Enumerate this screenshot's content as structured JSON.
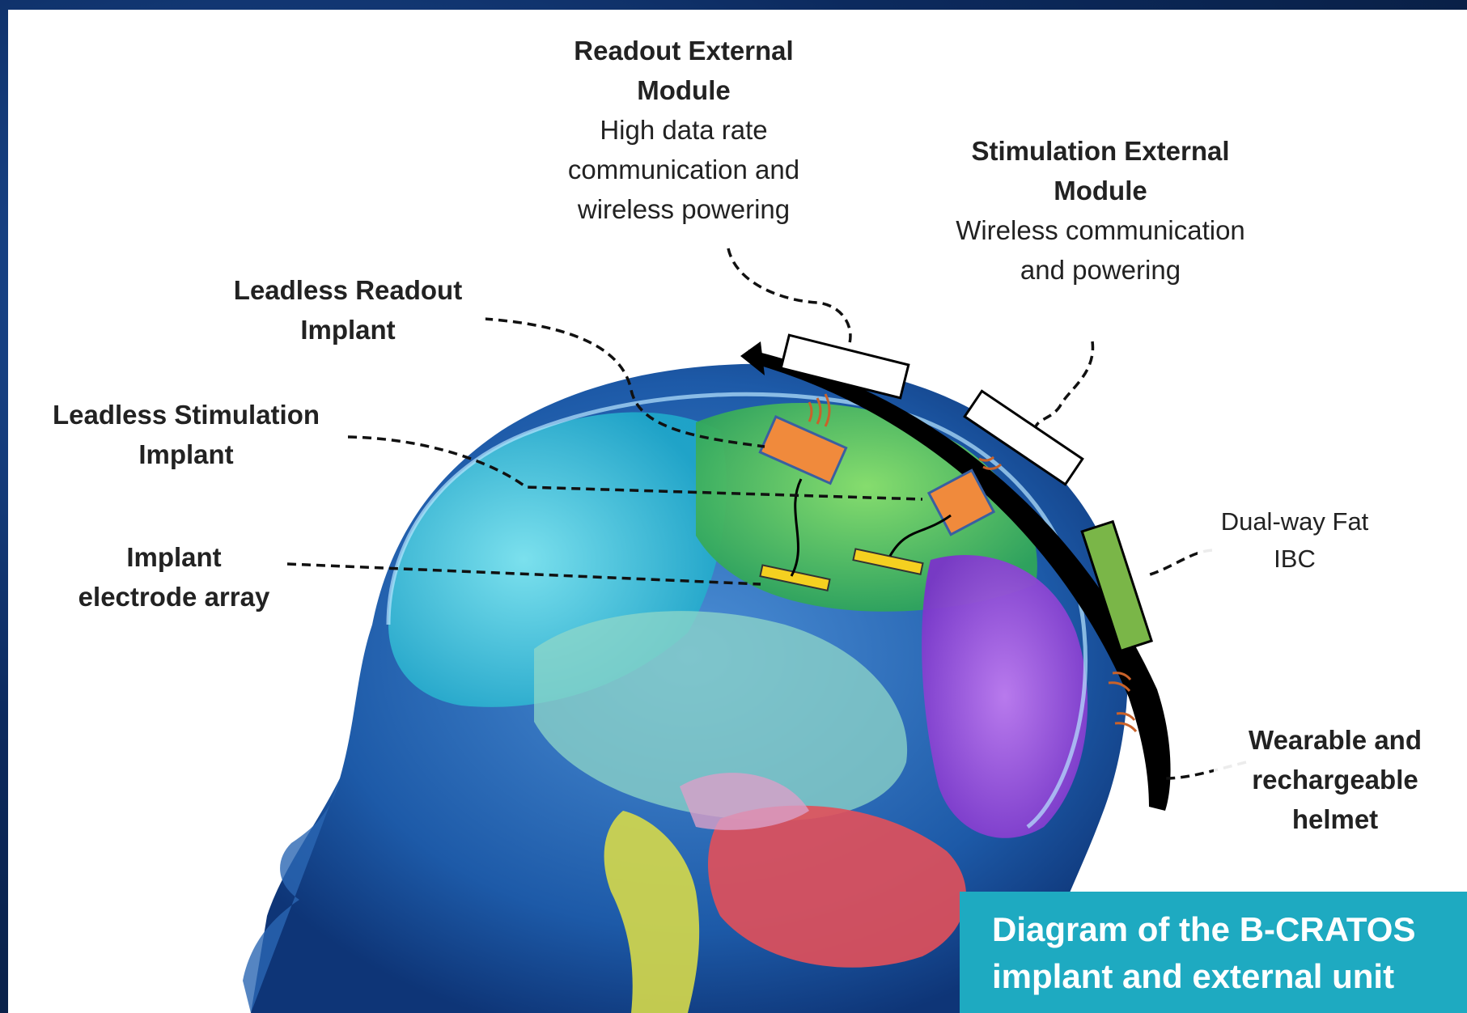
{
  "labels": {
    "readout_external": {
      "title": "Readout External\nModule",
      "desc": "High data rate\ncommunication and\nwireless powering"
    },
    "stimulation_external": {
      "title": "Stimulation External\nModule",
      "desc": "Wireless communication\nand powering"
    },
    "leadless_readout": {
      "title": "Leadless Readout\nImplant"
    },
    "leadless_stimulation": {
      "title": "Leadless Stimulation\nImplant"
    },
    "electrode_array": {
      "title": "Implant\nelectrode array"
    },
    "fat_ibc": {
      "desc": "Dual-way Fat\nIBC"
    },
    "helmet": {
      "title": "Wearable and\nrechargeable\nhelmet"
    }
  },
  "caption": "Diagram of the B-CRATOS\nimplant and external unit",
  "colors": {
    "frame_blue": "#0c2a5e",
    "caption_teal": "#1eaac1",
    "implant_orange": "#f08a3c",
    "electrode_yellow": "#f5d020",
    "ibc_green": "#7ab648",
    "helmet_black": "#000000"
  }
}
